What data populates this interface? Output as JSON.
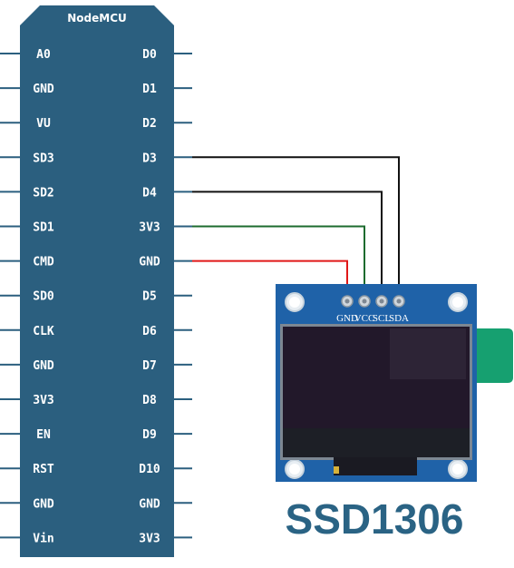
{
  "board": {
    "title": "NodeMCU",
    "color": "#2b5f7f",
    "left_pins": [
      "A0",
      "GND",
      "VU",
      "SD3",
      "SD2",
      "SD1",
      "CMD",
      "SD0",
      "CLK",
      "GND",
      "3V3",
      "EN",
      "RST",
      "GND",
      "Vin"
    ],
    "right_pins": [
      "D0",
      "D1",
      "D2",
      "D3",
      "D4",
      "3V3",
      "GND",
      "D5",
      "D6",
      "D7",
      "D8",
      "D9",
      "D10",
      "GND",
      "3V3"
    ]
  },
  "module": {
    "name": "SSD1306",
    "pins": [
      "GND",
      "VCC",
      "SCL",
      "SDA"
    ],
    "pcb_color": "#1f62a8",
    "name_color": "#2a6384"
  },
  "wires": [
    {
      "from": "GND",
      "to": "GND",
      "color": "#e01818"
    },
    {
      "from": "3V3",
      "to": "VCC",
      "color": "#1d6b2f"
    },
    {
      "from": "D4",
      "to": "SCL",
      "color": "#111111"
    },
    {
      "from": "D3",
      "to": "SDA",
      "color": "#111111"
    }
  ]
}
